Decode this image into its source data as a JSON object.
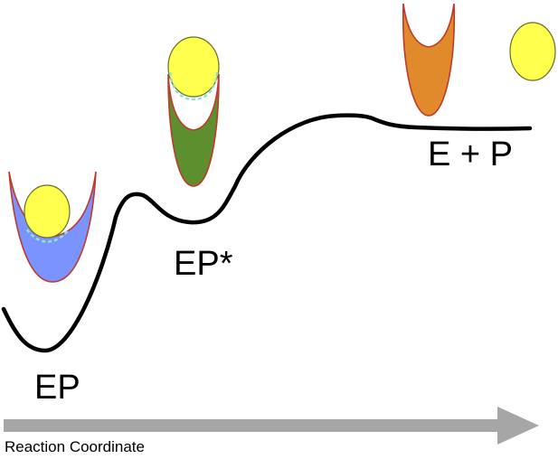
{
  "labels": {
    "ep": "EP",
    "ep_star": "EP*",
    "e_plus_p": "E + P",
    "axis": "Reaction Coordinate"
  },
  "colors": {
    "curve": "#000000",
    "arrow": "#a6a6a6",
    "substrate": "#ffff4d",
    "substrate_outline": "#6b6b2a",
    "enzyme_outline": "#c0392b",
    "enzyme_ep": "#7b93ff",
    "enzyme_ep_star": "#5e8f2e",
    "enzyme_free": "#e08a2c",
    "contact_dash": "#8fe3d0"
  }
}
